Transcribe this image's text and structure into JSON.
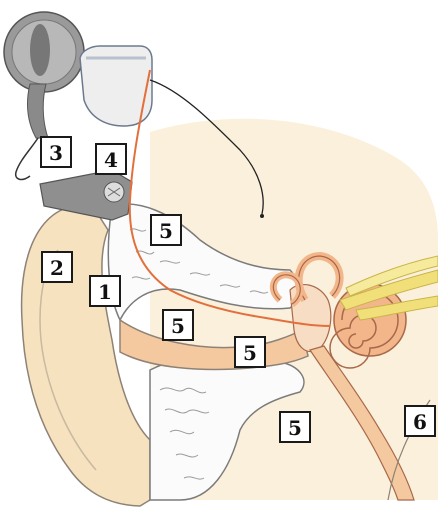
{
  "labels": [
    {
      "id": "1",
      "text": "1"
    },
    {
      "id": "2",
      "text": "2"
    },
    {
      "id": "3",
      "text": "3"
    },
    {
      "id": "4",
      "text": "4"
    },
    {
      "id": "5a",
      "text": "5"
    },
    {
      "id": "5b",
      "text": "5"
    },
    {
      "id": "5c",
      "text": "5"
    },
    {
      "id": "5d",
      "text": "5"
    },
    {
      "id": "6",
      "text": "6"
    }
  ],
  "colors": {
    "skin": "#f6e2bf",
    "skin_outline": "#8e8276",
    "canal": "#f4c9a0",
    "bone": "#fbfbfb",
    "bone_outline": "#7b7b7b",
    "inner_ear": "#f3b58a",
    "inner_ear_outline": "#a8694a",
    "nerve": "#f1e07a",
    "wire": "#e3703c",
    "device_grey": "#8f8f8f",
    "processor": "#eeeeee"
  }
}
